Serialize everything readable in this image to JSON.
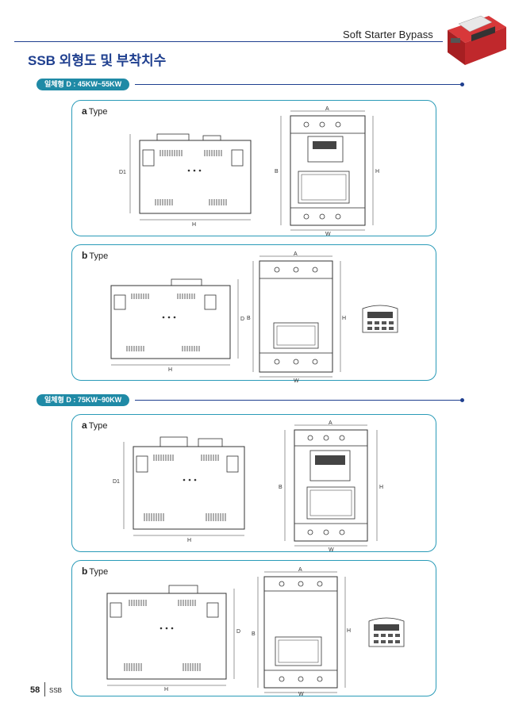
{
  "header": {
    "title": "Soft Starter Bypass",
    "page_title": "SSB 외형도 및 부착치수"
  },
  "sections": [
    {
      "label": "일체형 D : 45KW~55KW",
      "panels": [
        {
          "type_letter": "a",
          "type_word": "Type",
          "side_labels": {
            "depth": "D1",
            "width": "H"
          },
          "front_labels": {
            "top": "A",
            "left": "B",
            "right": "H",
            "bottom": "W"
          }
        },
        {
          "type_letter": "b",
          "type_word": "Type",
          "side_labels": {
            "depth": "D",
            "width": "H"
          },
          "front_labels": {
            "top": "A",
            "left": "B",
            "right": "H",
            "bottom": "W"
          }
        }
      ]
    },
    {
      "label": "일체형 D : 75KW~90KW",
      "panels": [
        {
          "type_letter": "a",
          "type_word": "Type",
          "side_labels": {
            "depth": "D1",
            "width": "H"
          },
          "front_labels": {
            "top": "A",
            "left": "B",
            "right": "H",
            "bottom": "W"
          }
        },
        {
          "type_letter": "b",
          "type_word": "Type",
          "side_labels": {
            "depth": "D",
            "width": "H"
          },
          "front_labels": {
            "top": "A",
            "left": "B",
            "right": "H",
            "bottom": "W"
          }
        }
      ]
    }
  ],
  "footer": {
    "page_number": "58",
    "section": "SSB"
  },
  "colors": {
    "brand_blue": "#1f3f8f",
    "teal": "#1f8aa6",
    "box_border": "#2a9bb8",
    "product_red": "#c0282c"
  }
}
